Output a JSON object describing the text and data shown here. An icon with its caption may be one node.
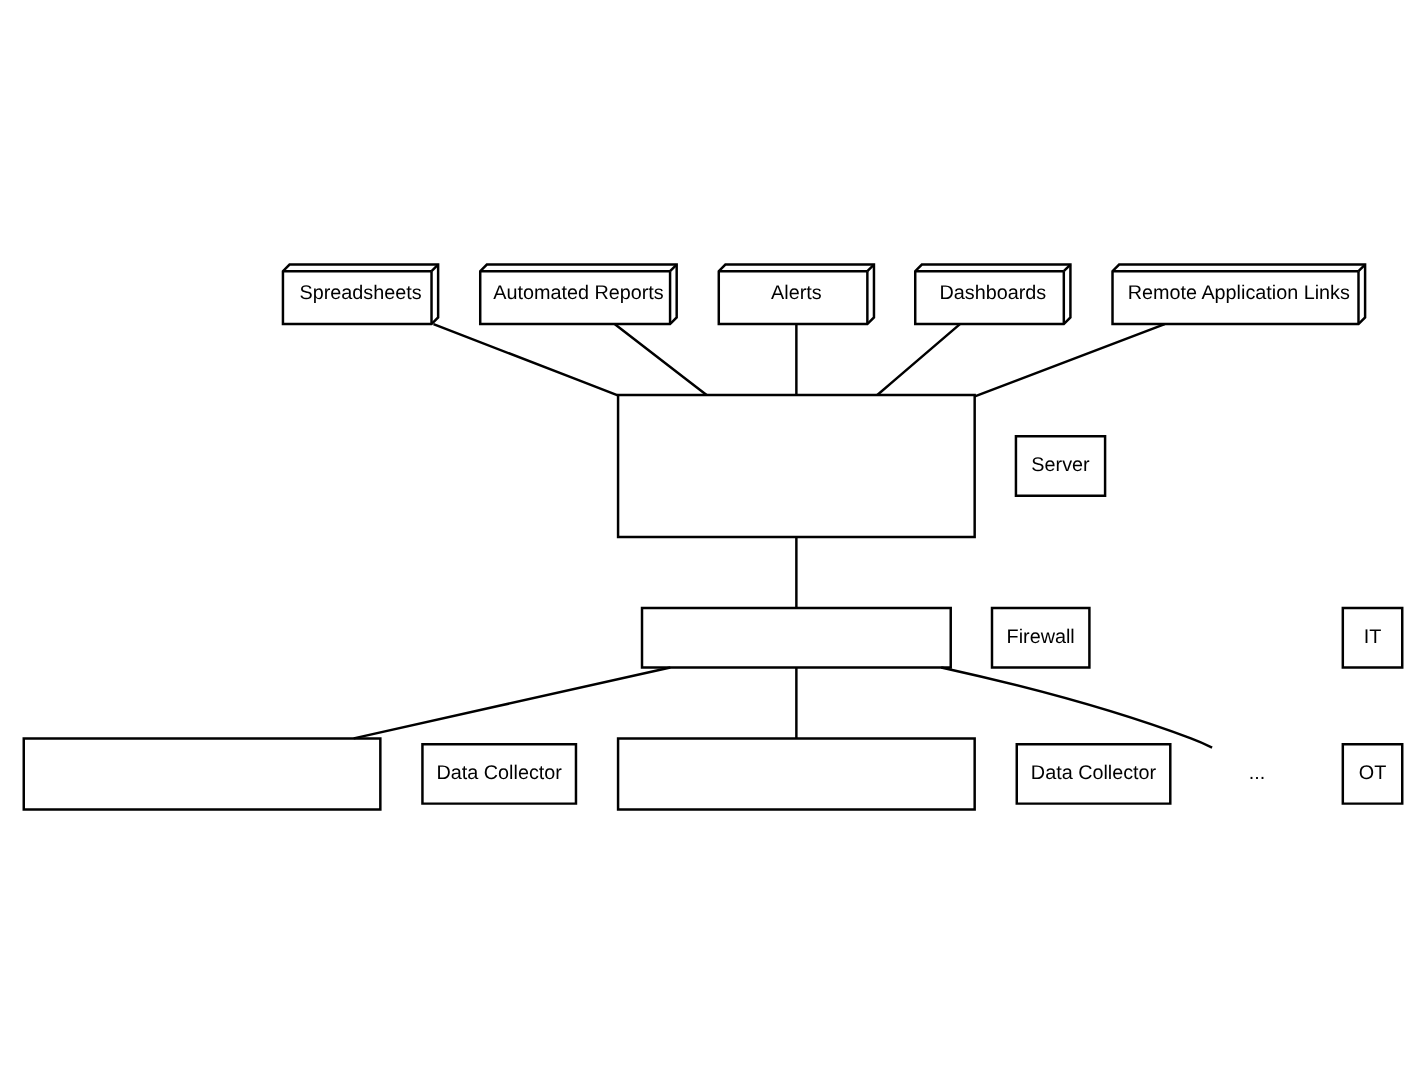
{
  "diagram": {
    "nodes": [
      {
        "text": [
          "Spreadsheets"
        ]
      },
      {
        "text": [
          "Automated Reports"
        ]
      },
      {
        "text": [
          "Alerts"
        ]
      },
      {
        "text": [
          "Dashboards"
        ]
      },
      {
        "text": [
          "Remote Application Links"
        ]
      },
      {
        "text": [],
        "shape": "box",
        "beside": [
          "Server"
        ]
      },
      {
        "text": [
          "IT"
        ]
      },
      {
        "text": [
          "OT"
        ]
      },
      {
        "text": [],
        "shape": "box",
        "beside": [
          "Firewall"
        ]
      },
      {
        "text": [],
        "shape": "box",
        "beside": [
          "Data Collector"
        ]
      },
      {
        "text": [],
        "shape": "box",
        "beside": [
          "Data Collector"
        ]
      },
      {
        "text": [
          "..."
        ]
      }
    ],
    "edges": [
      {
        "from": 0,
        "to": 5,
        "arrow": "none"
      },
      {
        "from": 1,
        "to": 5,
        "arrow": "none"
      },
      {
        "from": 2,
        "to": 5,
        "arrow": "none"
      },
      {
        "from": 3,
        "to": 5,
        "arrow": "none"
      },
      {
        "from": 4,
        "to": 5,
        "arrow": "none"
      },
      {
        "from": 5,
        "to": 8,
        "arrow": "none"
      },
      {
        "from": 8,
        "to": 9,
        "arrow": "none"
      },
      {
        "from": 8,
        "to": 10,
        "arrow": "none"
      },
      {
        "from": 8,
        "to": 11,
        "arrow": "none"
      }
    ]
  }
}
